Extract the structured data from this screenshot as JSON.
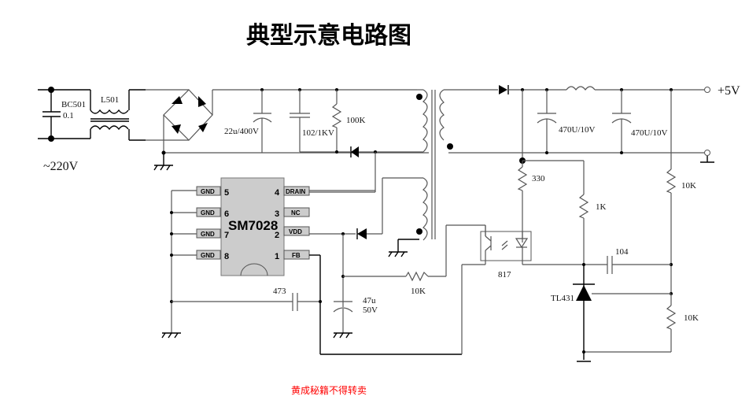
{
  "title": "典型示意电路图",
  "footer": "黄成秘籍不得转卖",
  "colors": {
    "wire": "#555555",
    "chip_fill": "#cccccc",
    "footer": "#ff0000"
  },
  "input": {
    "voltage_label": "~220V",
    "x_cap_name": "BC501",
    "x_cap_value": "0.1",
    "choke_name": "L501"
  },
  "primary": {
    "bulk_cap": "22u/400V",
    "snubber_cap": "102/1KV",
    "snubber_res": "100K"
  },
  "ic": {
    "name": "SM7028",
    "pins_left": [
      {
        "label": "GND",
        "num": "5"
      },
      {
        "label": "GND",
        "num": "6"
      },
      {
        "label": "GND",
        "num": "7"
      },
      {
        "label": "GND",
        "num": "8"
      }
    ],
    "pins_right": [
      {
        "label": "DRAIN",
        "num": "4"
      },
      {
        "label": "NC",
        "num": "3"
      },
      {
        "label": "VDD",
        "num": "2"
      },
      {
        "label": "FB",
        "num": "1"
      }
    ]
  },
  "aux": {
    "fb_cap": "473",
    "vdd_cap_value": "47u",
    "vdd_cap_voltage": "50V",
    "fb_res": "10K"
  },
  "secondary": {
    "out_cap1": "470U/10V",
    "out_cap2": "470U/10V",
    "output_label": "+5V",
    "r_led": "330",
    "r_bias": "1K",
    "r_top": "10K",
    "r_bottom": "10K",
    "comp_cap": "104",
    "optocoupler": "817",
    "shunt_reg": "TL431"
  }
}
